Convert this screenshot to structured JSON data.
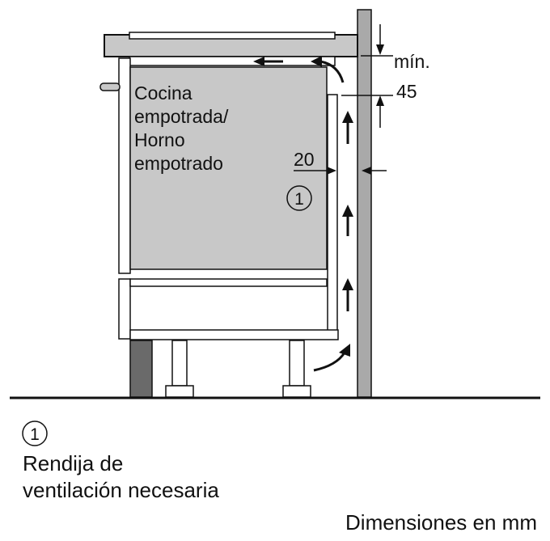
{
  "appliance": {
    "line1": "Cocina",
    "line2": "empotrada/",
    "line3": "Horno",
    "line4": "empotrado"
  },
  "dimensions": {
    "min_label": "mín.",
    "min_value": "45",
    "gap_value": "20"
  },
  "callout": {
    "marker": "1",
    "legend_marker": "1",
    "legend_line1": "Rendija de",
    "legend_line2": "ventilación necesaria"
  },
  "footer": {
    "units": "Dimensiones en mm"
  },
  "colors": {
    "fill_gray": "#c8c8c8",
    "wall_gray": "#a9a9a9",
    "dark_gray": "#6a6a6a",
    "line": "#111111"
  }
}
